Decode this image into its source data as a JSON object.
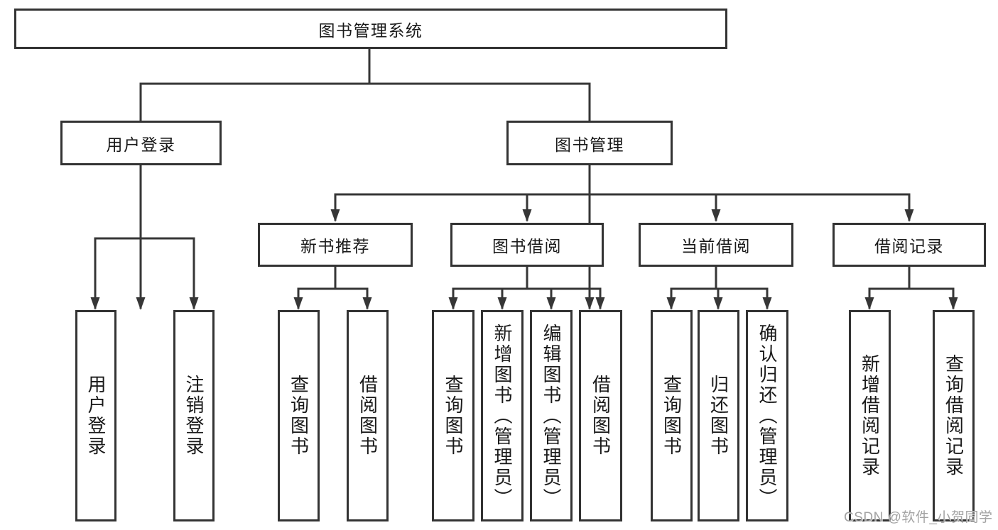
{
  "watermark": "CSDN @软件_小贺同学",
  "colors": {
    "background": "#ffffff",
    "box_border": "#333333",
    "connector_line": "#363636",
    "text": "#1a1a1a",
    "watermark_text": "#a3a3a3"
  },
  "tree": {
    "root": {
      "label": "图书管理系统"
    },
    "user_login": {
      "label": "用户登录",
      "children": [
        {
          "label": "用户登录"
        },
        {
          "label": "注销登录"
        }
      ]
    },
    "book_mgmt": {
      "label": "图书管理"
    },
    "new_books": {
      "label": "新书推荐",
      "children": [
        {
          "label": "查询图书"
        },
        {
          "label": "借阅图书"
        }
      ]
    },
    "book_borrow": {
      "label": "图书借阅",
      "children": [
        {
          "label": "查询图书"
        },
        {
          "label": "新增图书（管理员）"
        },
        {
          "label": "编辑图书（管理员）"
        },
        {
          "label": "借阅图书"
        }
      ]
    },
    "current_borrow": {
      "label": "当前借阅",
      "children": [
        {
          "label": "查询图书"
        },
        {
          "label": "归还图书"
        },
        {
          "label": "确认归还（管理员）"
        }
      ]
    },
    "borrow_records": {
      "label": "借阅记录",
      "children": [
        {
          "label": "新增借阅记录"
        },
        {
          "label": "查询借阅记录"
        }
      ]
    }
  }
}
